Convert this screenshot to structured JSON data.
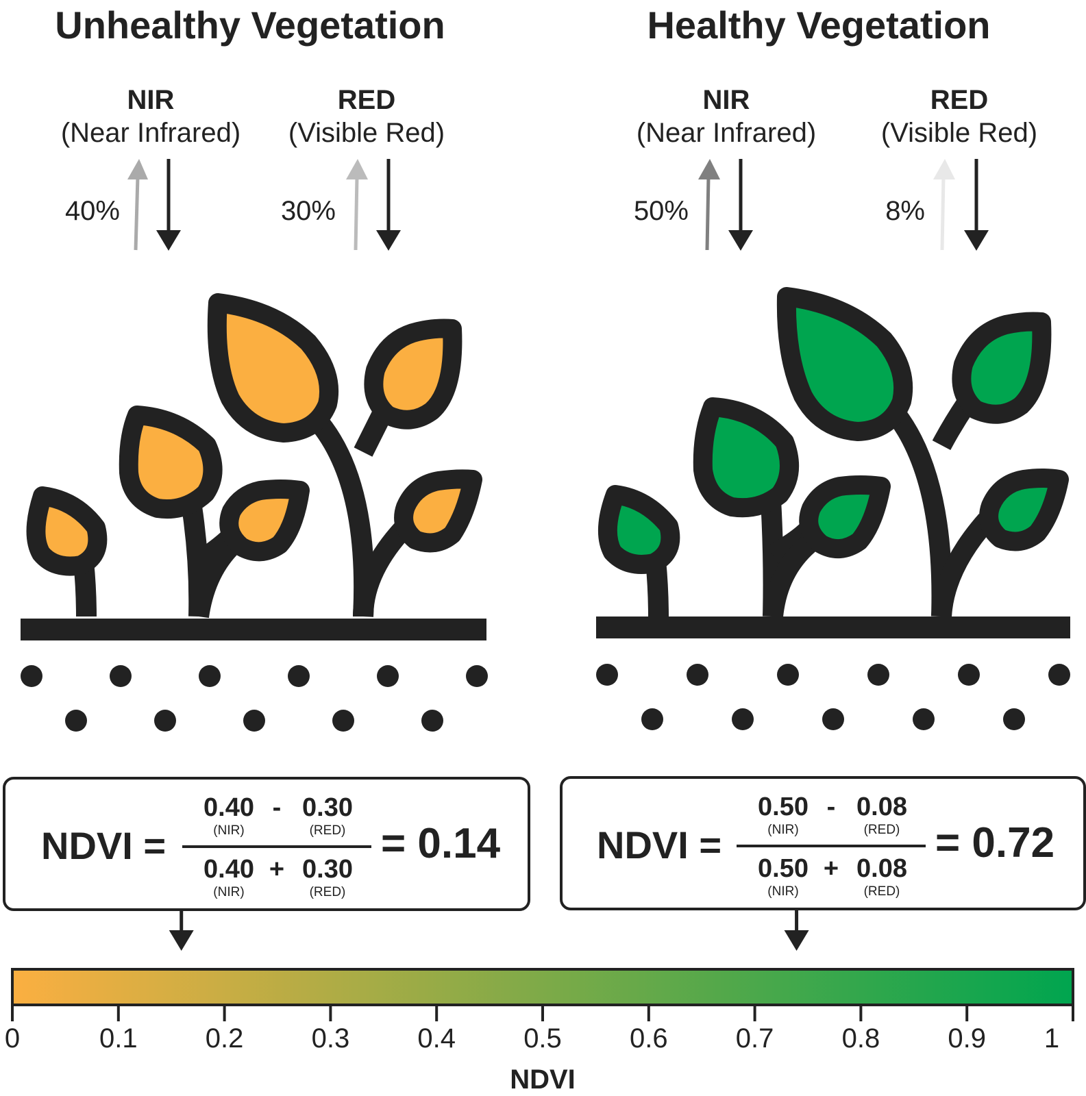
{
  "panels": {
    "unhealthy": {
      "title": "Unhealthy Vegetation",
      "nir": {
        "name": "NIR",
        "desc": "(Near Infrared)",
        "percent": "40%"
      },
      "red": {
        "name": "RED",
        "desc": "(Visible Red)",
        "percent": "30%"
      },
      "leaf_color": "#FBAF41",
      "formula": {
        "label": "NDVI",
        "eq": "=",
        "num_a": "0.40",
        "num_op": "-",
        "num_b": "0.30",
        "den_a": "0.40",
        "den_op": "+",
        "den_b": "0.30",
        "sub_a": "(NIR)",
        "sub_b": "(RED)",
        "result": "= 0.14"
      },
      "ndvi_value": 0.14
    },
    "healthy": {
      "title": "Healthy Vegetation",
      "nir": {
        "name": "NIR",
        "desc": "(Near Infrared)",
        "percent": "50%"
      },
      "red": {
        "name": "RED",
        "desc": "(Visible Red)",
        "percent": "8%"
      },
      "leaf_color": "#00A54F",
      "formula": {
        "label": "NDVI",
        "eq": "=",
        "num_a": "0.50",
        "num_op": "-",
        "num_b": "0.08",
        "den_a": "0.50",
        "den_op": "+",
        "den_b": "0.08",
        "sub_a": "(NIR)",
        "sub_b": "(RED)",
        "result": "= 0.72"
      },
      "ndvi_value": 0.72
    }
  },
  "scale": {
    "title": "NDVI",
    "ticks": [
      "0",
      "0.1",
      "0.2",
      "0.3",
      "0.4",
      "0.5",
      "0.6",
      "0.7",
      "0.8",
      "0.9",
      "1"
    ],
    "gradient_start": "#FBAF41",
    "gradient_end": "#00A54F"
  },
  "colors": {
    "outline": "#222222",
    "arrow_nir_unhealthy": "#AAAAAA",
    "arrow_red_unhealthy": "#BBBBBB",
    "arrow_nir_healthy": "#808080",
    "arrow_red_healthy": "#E8E8E8"
  }
}
